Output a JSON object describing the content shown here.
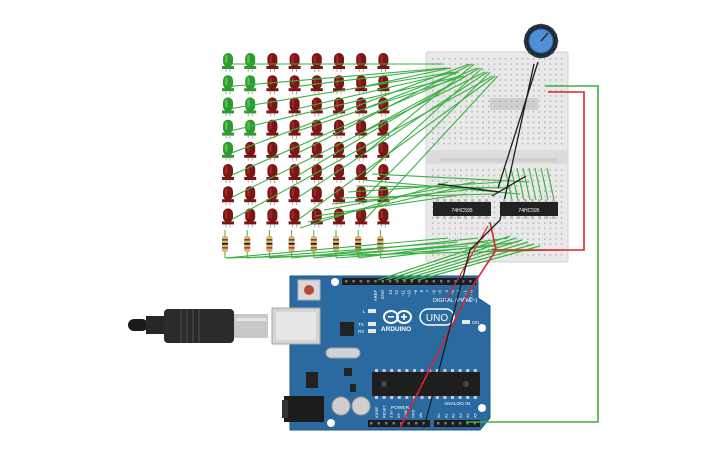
{
  "arduino": {
    "board_name": "ARDUINO",
    "model": "UNO",
    "digital_header": "DIGITAL (PWM ~)",
    "analog_header": "ANALOG IN",
    "power_header": "POWER",
    "led_l": "L",
    "led_tx": "TX",
    "led_rx": "RX",
    "led_on": "ON",
    "pin_aref": "AREF",
    "pin_gnd": "GND",
    "pins_digital": [
      "13",
      "12",
      "~11",
      "~10",
      "~9",
      "8",
      "7",
      "~6",
      "~5",
      "4",
      "~3",
      "2",
      "TX→1",
      "RX←0"
    ],
    "pins_power": [
      "IOREF",
      "RESET",
      "3.3V",
      "5V",
      "GND",
      "GND",
      "Vin"
    ],
    "pins_analog": [
      "A0",
      "A1",
      "A2",
      "A3",
      "A4",
      "A5"
    ]
  },
  "chips": [
    {
      "label": "74HC595"
    },
    {
      "label": "74HC595"
    }
  ],
  "led_matrix": {
    "columns": 8,
    "rows": 8,
    "green_cells": [
      [
        0,
        0
      ],
      [
        0,
        1
      ],
      [
        1,
        0
      ],
      [
        1,
        1
      ],
      [
        2,
        0
      ],
      [
        2,
        1
      ],
      [
        3,
        0
      ],
      [
        3,
        1
      ],
      [
        4,
        0
      ]
    ],
    "colors": {
      "red_led": "#7a1616",
      "red_led_shine": "#a42424",
      "green_led": "#2f9a2f",
      "green_led_shine": "#55c155"
    }
  },
  "colors": {
    "wire_green": "#3cb043",
    "wire_red": "#d7262b",
    "wire_black": "#1e1e1e",
    "board_blue": "#2a6aa0",
    "breadboard": "#e9e9e9",
    "chip": "#222222"
  },
  "potentiometer": {
    "name": "potentiometer"
  }
}
